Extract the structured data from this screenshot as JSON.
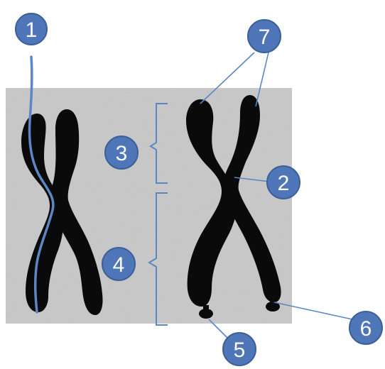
{
  "colors": {
    "background_panel": "#c8c8c8",
    "chromosome": "#0a0a0a",
    "marker_fill": "#4f76b8",
    "marker_border": "#3b5f99",
    "leader_line": "#5b87c5",
    "number_text": "#ffffff"
  },
  "labels": {
    "one": "1",
    "two": "2",
    "three": "3",
    "four": "4",
    "five": "5",
    "six": "6",
    "seven": "7"
  }
}
